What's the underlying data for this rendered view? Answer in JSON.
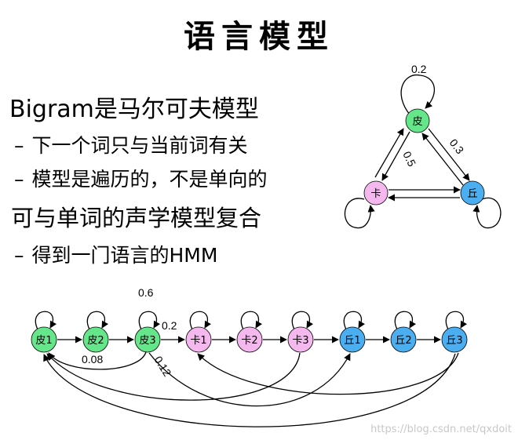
{
  "title": "语言模型",
  "bullets": [
    {
      "text": "Bigram是马尔可夫模型",
      "dash": ""
    },
    {
      "text": "下一个词只与当前词有关",
      "dash": "–"
    },
    {
      "text": "模型是遍历的，不是单向的",
      "dash": "–"
    },
    {
      "text": "可与单词的声学模型复合",
      "dash": ""
    },
    {
      "text": "得到一门语言的HMM",
      "dash": "–"
    }
  ],
  "triangle": {
    "nodes": [
      {
        "label": "皮",
        "color": "#66e68a"
      },
      {
        "label": "卡",
        "color": "#f5b8ee"
      },
      {
        "label": "丘",
        "color": "#4aaef0"
      }
    ],
    "labels": {
      "self_pi": "0.2",
      "pi_qiu": "0.3",
      "pi_ka": "0.5"
    }
  },
  "chain": {
    "nodes": [
      {
        "label": "皮1",
        "color": "#66e68a"
      },
      {
        "label": "皮2",
        "color": "#66e68a"
      },
      {
        "label": "皮3",
        "color": "#66e68a"
      },
      {
        "label": "卡1",
        "color": "#f5b8ee"
      },
      {
        "label": "卡2",
        "color": "#f5b8ee"
      },
      {
        "label": "卡3",
        "color": "#f5b8ee"
      },
      {
        "label": "丘1",
        "color": "#4aaef0"
      },
      {
        "label": "丘2",
        "color": "#4aaef0"
      },
      {
        "label": "丘3",
        "color": "#4aaef0"
      }
    ],
    "labels": {
      "self_pi3": "0.6",
      "pi3_ka1": "0.2",
      "back_pi1": "0.08",
      "pi3_qiu1": "0.12"
    }
  },
  "watermark": "https://blog.csdn.net/qxdoit"
}
